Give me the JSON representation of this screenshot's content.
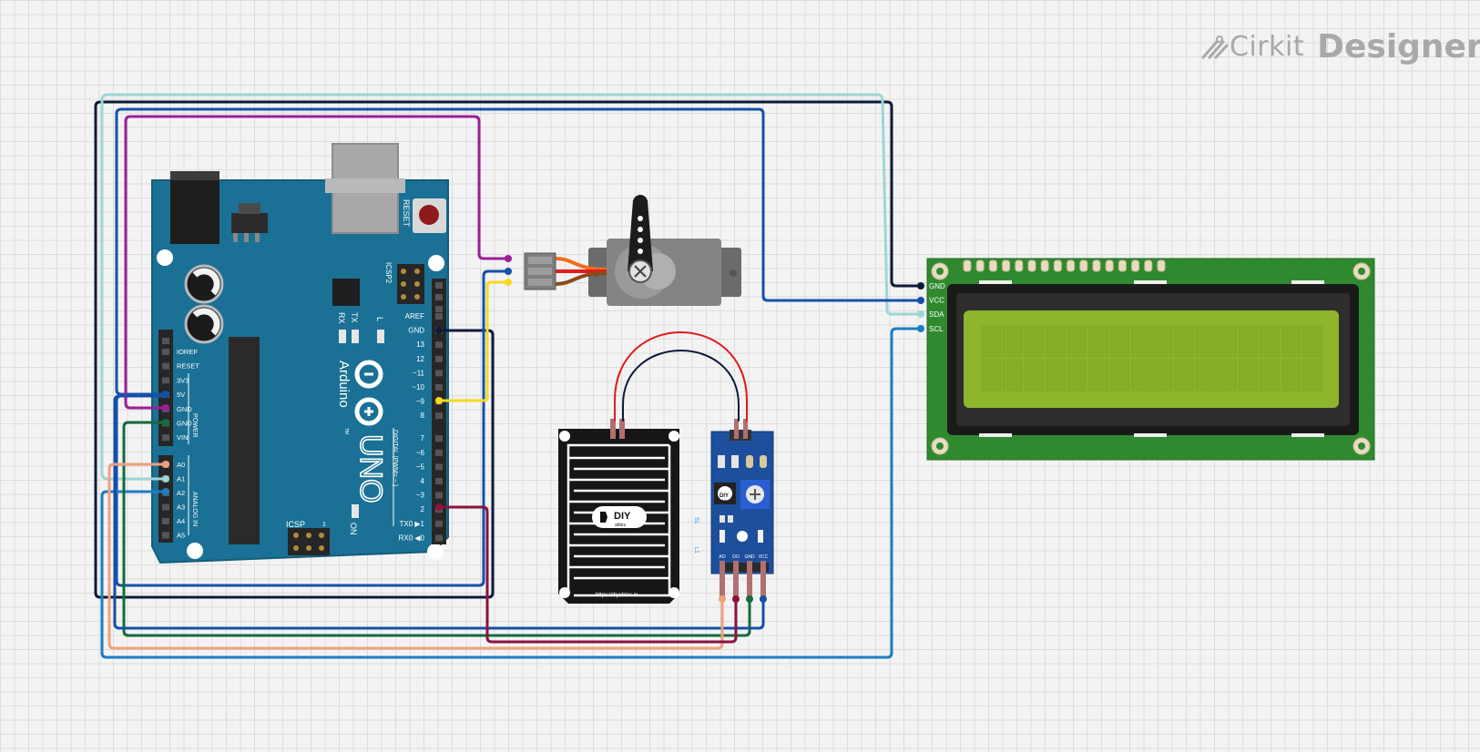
{
  "brand": {
    "name": "Cirkit",
    "product": "Designer",
    "icon": "cirkit-logo-icon"
  },
  "arduino": {
    "reset_label": "RESET",
    "icsp2_label": "ICSP2",
    "icsp_label": "ICSP",
    "tx_label": "TX",
    "rx_label": "RX",
    "l_label": "L",
    "on_label": "ON",
    "brand_label": "Arduino",
    "tm_label": "TM",
    "model_label": "UNO",
    "digital_label": "DIGITAL (PWM= ~ )",
    "power_label": "POWER",
    "analog_label": "ANALOG IN",
    "icsp_one": "1",
    "digital_pins": [
      "AREF",
      "GND",
      "13",
      "12",
      "~11",
      "~10",
      "~9",
      "8",
      "7",
      "~6",
      "~5",
      "4",
      "~3",
      "2",
      "TX0 ▶1",
      "RX0 ◀0"
    ],
    "power_pins": [
      "IOREF",
      "RESET",
      "3V3",
      "5V",
      "GND",
      "GND",
      "VIN"
    ],
    "analog_pins": [
      "A0",
      "A1",
      "A2",
      "A3",
      "A4",
      "A5"
    ]
  },
  "lcd": {
    "pins": [
      "GND",
      "VCC",
      "SDA",
      "SCL"
    ]
  },
  "rain_sensor": {
    "url": "https://diyables.io",
    "logo_main": "DIY",
    "logo_sub": "ables"
  },
  "sensor_module": {
    "pins": [
      "AO",
      "DO",
      "GND",
      "VCC"
    ],
    "logo_main": "DIY",
    "logo_sub": "ables",
    "led1": "S1",
    "led2": "L1"
  },
  "colors": {
    "board": "#1a7195",
    "lcd_pcb": "#2f8a2f",
    "lcd_screen": "#8fb52c",
    "wire_black": "#0c1a3a",
    "wire_blue": "#1550a8",
    "wire_purple": "#9c1f98",
    "wire_lightblue": "#9ed6d6",
    "wire_teal": "#1c7ec0",
    "wire_green": "#156b3b",
    "wire_salmon": "#f0a07c",
    "wire_maroon": "#8a1340",
    "wire_yellow": "#f7d91f",
    "wire_red": "#e01c1c",
    "wire_orange": "#f26d1a"
  }
}
